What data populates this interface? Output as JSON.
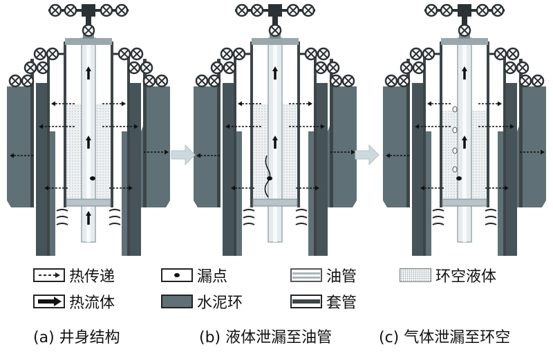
{
  "colors": {
    "cement": "#5f7076",
    "cement_dark": "#465459",
    "casing": "#3c4548",
    "tubing_light": "#e6ecee",
    "annulus_fill": "#eef1f2",
    "arrow_gray": "#cdd9df",
    "valve": "#2b3134"
  },
  "legend": [
    {
      "id": "heat-transfer",
      "label": "热传递",
      "icon": "dashed-arrow-icon"
    },
    {
      "id": "leak-point",
      "label": "漏点",
      "icon": "dot-icon"
    },
    {
      "id": "tubing",
      "label": "油管",
      "icon": "tubing-swatch-icon"
    },
    {
      "id": "annulus-liquid",
      "label": "环空液体",
      "icon": "dotted-fill-icon"
    },
    {
      "id": "hot-fluid",
      "label": "热流体",
      "icon": "solid-arrow-icon"
    },
    {
      "id": "cement-ring",
      "label": "水泥环",
      "icon": "cement-swatch-icon"
    },
    {
      "id": "casing",
      "label": "套管",
      "icon": "casing-swatch-icon"
    }
  ],
  "captions": [
    "(a) 井身结构",
    "(b) 液体泄漏至油管",
    "(c) 气体泄漏至环空"
  ]
}
